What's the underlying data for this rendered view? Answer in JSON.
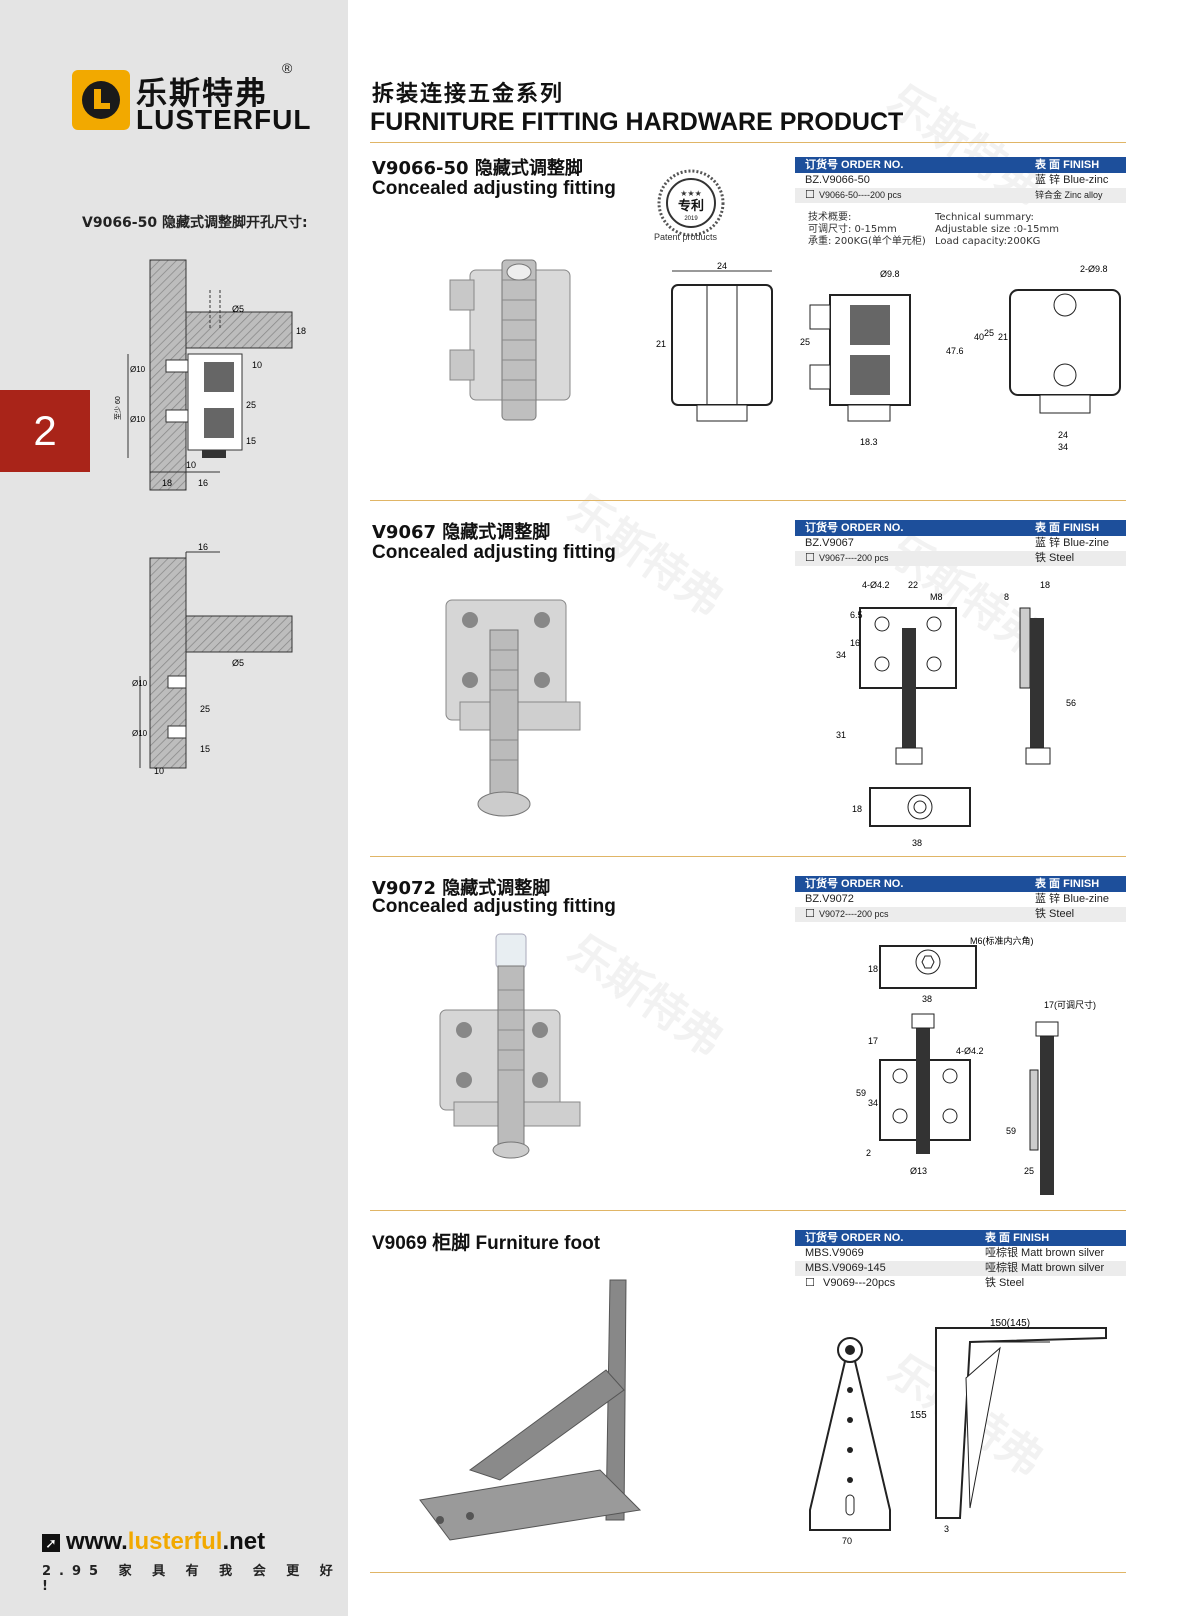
{
  "brand": {
    "name_cn": "乐斯特弗",
    "name_en": "LUSTERFUL",
    "reg": "®"
  },
  "sidebar": {
    "caption": "V9066-50 隐藏式调整脚开孔尺寸:",
    "chapter": "2",
    "website_prefix": "www.",
    "website_highlight": "lusterful",
    "website_suffix": ".net",
    "page_slogan": "2.95 家 具 有 我 会 更 好 !"
  },
  "header": {
    "title_cn": "拆装连接五金系列",
    "title_en": "FURNITURE FITTING HARDWARE PRODUCT"
  },
  "products": [
    {
      "title_cn": "V9066-50 隐藏式调整脚",
      "title_en": "Concealed adjusting fitting",
      "order_header": "订货号 ORDER NO.",
      "finish_header": "表 面 FINISH",
      "rows": [
        {
          "order": "BZ.V9066-50",
          "finish": "蓝 锌 Blue-zinc"
        },
        {
          "order": "V9066-50----200 pcs",
          "finish": "锌合金 Zinc alloy"
        }
      ],
      "tech_cn": [
        "技术概要:",
        "可调尺寸: 0-15mm",
        "承重: 200KG(单个单元柜)"
      ],
      "tech_en": [
        "Technical summary:",
        "Adjustable size :0-15mm",
        "Load capacity:200KG"
      ],
      "patent_label": "Patent products",
      "patent_text": "专利",
      "patent_year": "2019",
      "dims": {
        "a": "24",
        "b": "21",
        "c": "Ø9.8",
        "d": "25",
        "e": "18.3",
        "f": "2-Ø9.8",
        "g": "40",
        "h": "25",
        "i": "21",
        "j": "47.6",
        "k": "24",
        "l": "34"
      }
    },
    {
      "title_cn": "V9067 隐藏式调整脚",
      "title_en": "Concealed adjusting fitting",
      "order_header": "订货号 ORDER NO.",
      "finish_header": "表 面 FINISH",
      "rows": [
        {
          "order": "BZ.V9067",
          "finish": "蓝 锌 Blue-zine"
        },
        {
          "order": "V9067----200 pcs",
          "finish": "铁  Steel"
        }
      ],
      "dims": {
        "a": "4-Ø4.2",
        "b": "22",
        "c": "M8",
        "d": "6.5",
        "e": "16",
        "f": "34",
        "g": "31",
        "h": "18",
        "i": "8",
        "j": "56",
        "k": "18",
        "l": "38"
      }
    },
    {
      "title_cn": "V9072 隐藏式调整脚",
      "title_en": "Concealed adjusting fitting",
      "order_header": "订货号 ORDER NO.",
      "finish_header": "表 面 FINISH",
      "rows": [
        {
          "order": "BZ.V9072",
          "finish": "蓝 锌 Blue-zine"
        },
        {
          "order": "V9072----200 pcs",
          "finish": "铁  Steel"
        }
      ],
      "dims": {
        "a": "M6(标准内六角)",
        "b": "18",
        "c": "38",
        "d": "17(可调尺寸)",
        "e": "17",
        "f": "4-Ø4.2",
        "g": "59",
        "h": "34",
        "i": "2",
        "j": "Ø13",
        "k": "59",
        "l": "25"
      }
    },
    {
      "title": "V9069 柜脚 Furniture foot",
      "order_header": "订货号 ORDER NO.",
      "finish_header": "表 面 FINISH",
      "rows": [
        {
          "order": "MBS.V9069",
          "finish": "哑棕银 Matt brown silver"
        },
        {
          "order": "MBS.V9069-145",
          "finish": "哑棕银 Matt brown silver"
        },
        {
          "order": "V9069---20pcs",
          "finish": "铁  Steel"
        }
      ],
      "dims": {
        "a": "150(145)",
        "b": "155",
        "c": "70",
        "d": "3"
      }
    }
  ],
  "side_dims": {
    "top": {
      "a": "Ø5",
      "b": "18",
      "c": "10",
      "d": "Ø10",
      "e": "Ø10",
      "f": "25",
      "g": "15",
      "h": "10",
      "i": "18",
      "j": "16",
      "k": "至少 60"
    },
    "bottom": {
      "a": "16",
      "b": "Ø5",
      "c": "Ø10",
      "d": "25",
      "e": "Ø10",
      "f": "15",
      "g": "10"
    }
  },
  "colors": {
    "accent_blue": "#1d4f9b",
    "chapter_red": "#a92419",
    "brand_yellow": "#f2a900"
  }
}
